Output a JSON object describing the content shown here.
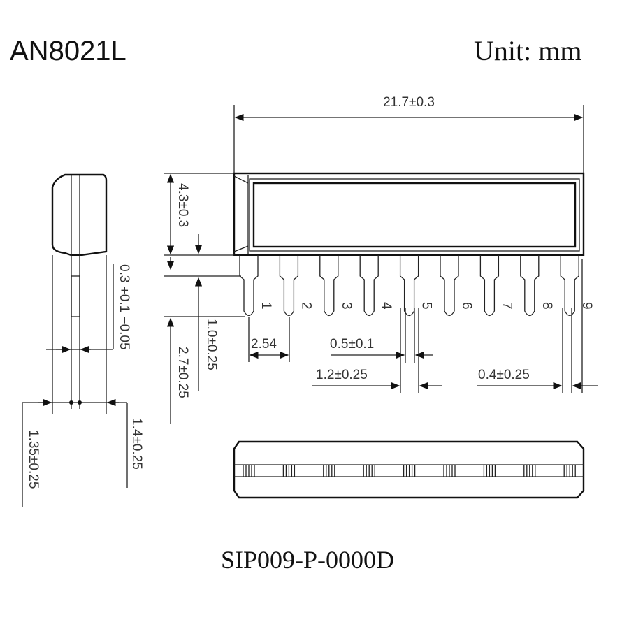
{
  "title": "AN8021L",
  "unit": "Unit: mm",
  "package_code": "SIP009-P-0000D",
  "dimensions": {
    "length": "21.7±0.3",
    "body_height": "4.3±0.3",
    "lead_thickness": "0.3 +0.1 −0.05",
    "lead_shoulder": "1.0±0.25",
    "lead_length": "2.7±0.25",
    "side_left": "1.35±0.25",
    "side_right": "1.4±0.25",
    "pitch": "2.54",
    "lead_tip_width": "0.5±0.1",
    "lead_root_width": "1.2±0.25",
    "end_offset": "0.4±0.25"
  },
  "pins": [
    "1",
    "2",
    "3",
    "4",
    "5",
    "6",
    "7",
    "8",
    "9"
  ]
}
